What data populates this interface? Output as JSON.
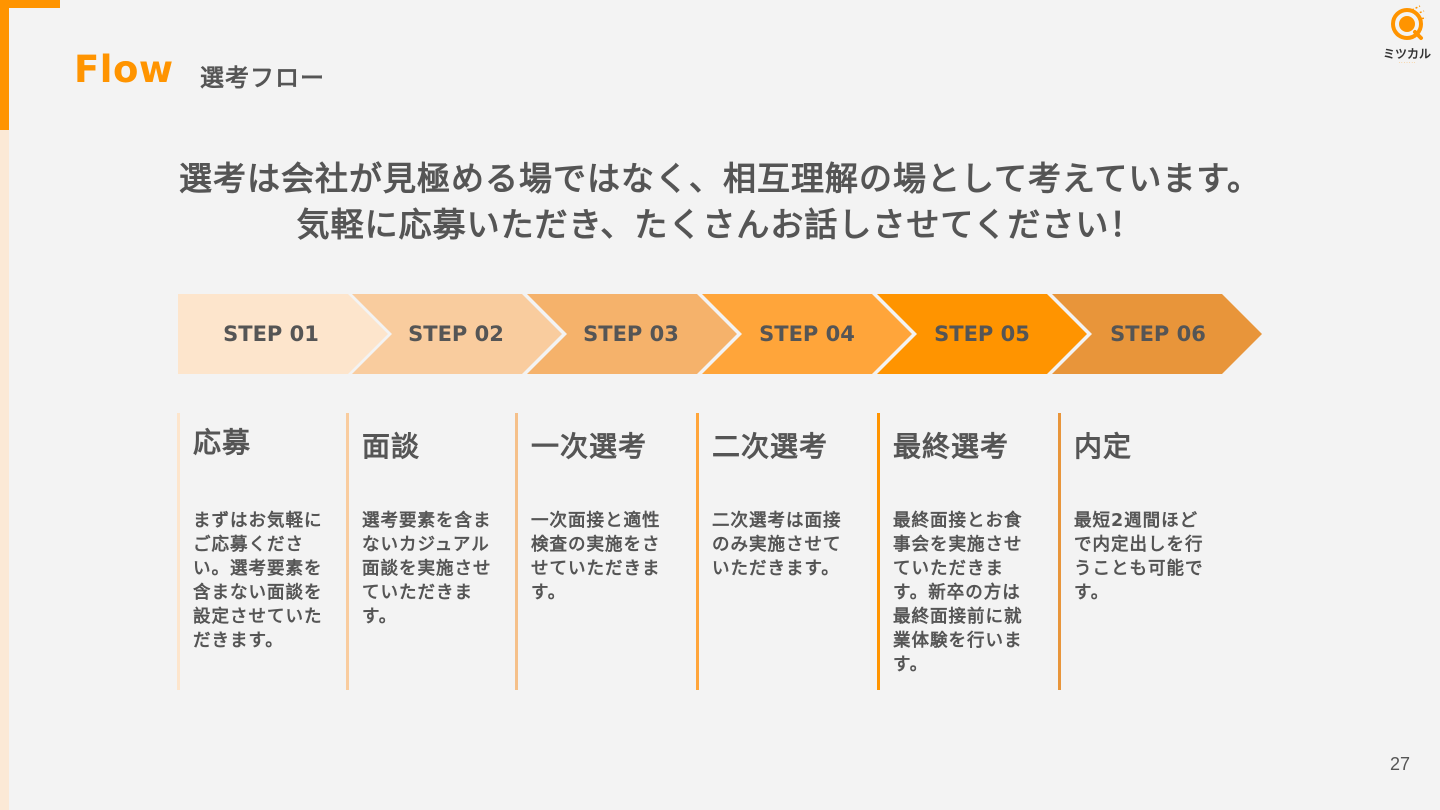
{
  "header": {
    "title_en": "Flow",
    "title_ja": "選考フロー",
    "logo_text": "ミツカル"
  },
  "lead": {
    "line1": "選考は会社が見極める場ではなく、相互理解の場として考えています。",
    "line2": "気軽に応募いただき、たくさんお話しさせてください！"
  },
  "steps": [
    {
      "label": "STEP 01",
      "color": "#fde5cc",
      "title": "応募",
      "body": "まずはお気軽にご応募ください。選考要素を含まない面談を設定させていただきます。"
    },
    {
      "label": "STEP 02",
      "color": "#f9cc9e",
      "title": "面談",
      "body": "選考要素を含まないカジュアル面談を実施させていただきます。"
    },
    {
      "label": "STEP 03",
      "color": "#f5b26b",
      "title": "一次選考",
      "body": "一次面接と適性検査の実施をさせていただきます。"
    },
    {
      "label": "STEP 04",
      "color": "#ffa53a",
      "title": "二次選考",
      "body": "二次選考は面接のみ実施させていただきます。"
    },
    {
      "label": "STEP 05",
      "color": "#ff9400",
      "title": "最終選考",
      "body": "最終面接とお食事会を実施させていただきます。新卒の方は最終面接前に就業体験を行います。"
    },
    {
      "label": "STEP 06",
      "color": "#e8953a",
      "title": "内定",
      "body": "最短2週間ほどで内定出しを行うことも可能です。"
    }
  ],
  "column_border_colors": [
    "#fde5cc",
    "#f9cc9e",
    "#f5c08a",
    "#ffa53a",
    "#ff9400",
    "#e8953a"
  ],
  "accent_color": "#ff9400",
  "page_number": "27"
}
